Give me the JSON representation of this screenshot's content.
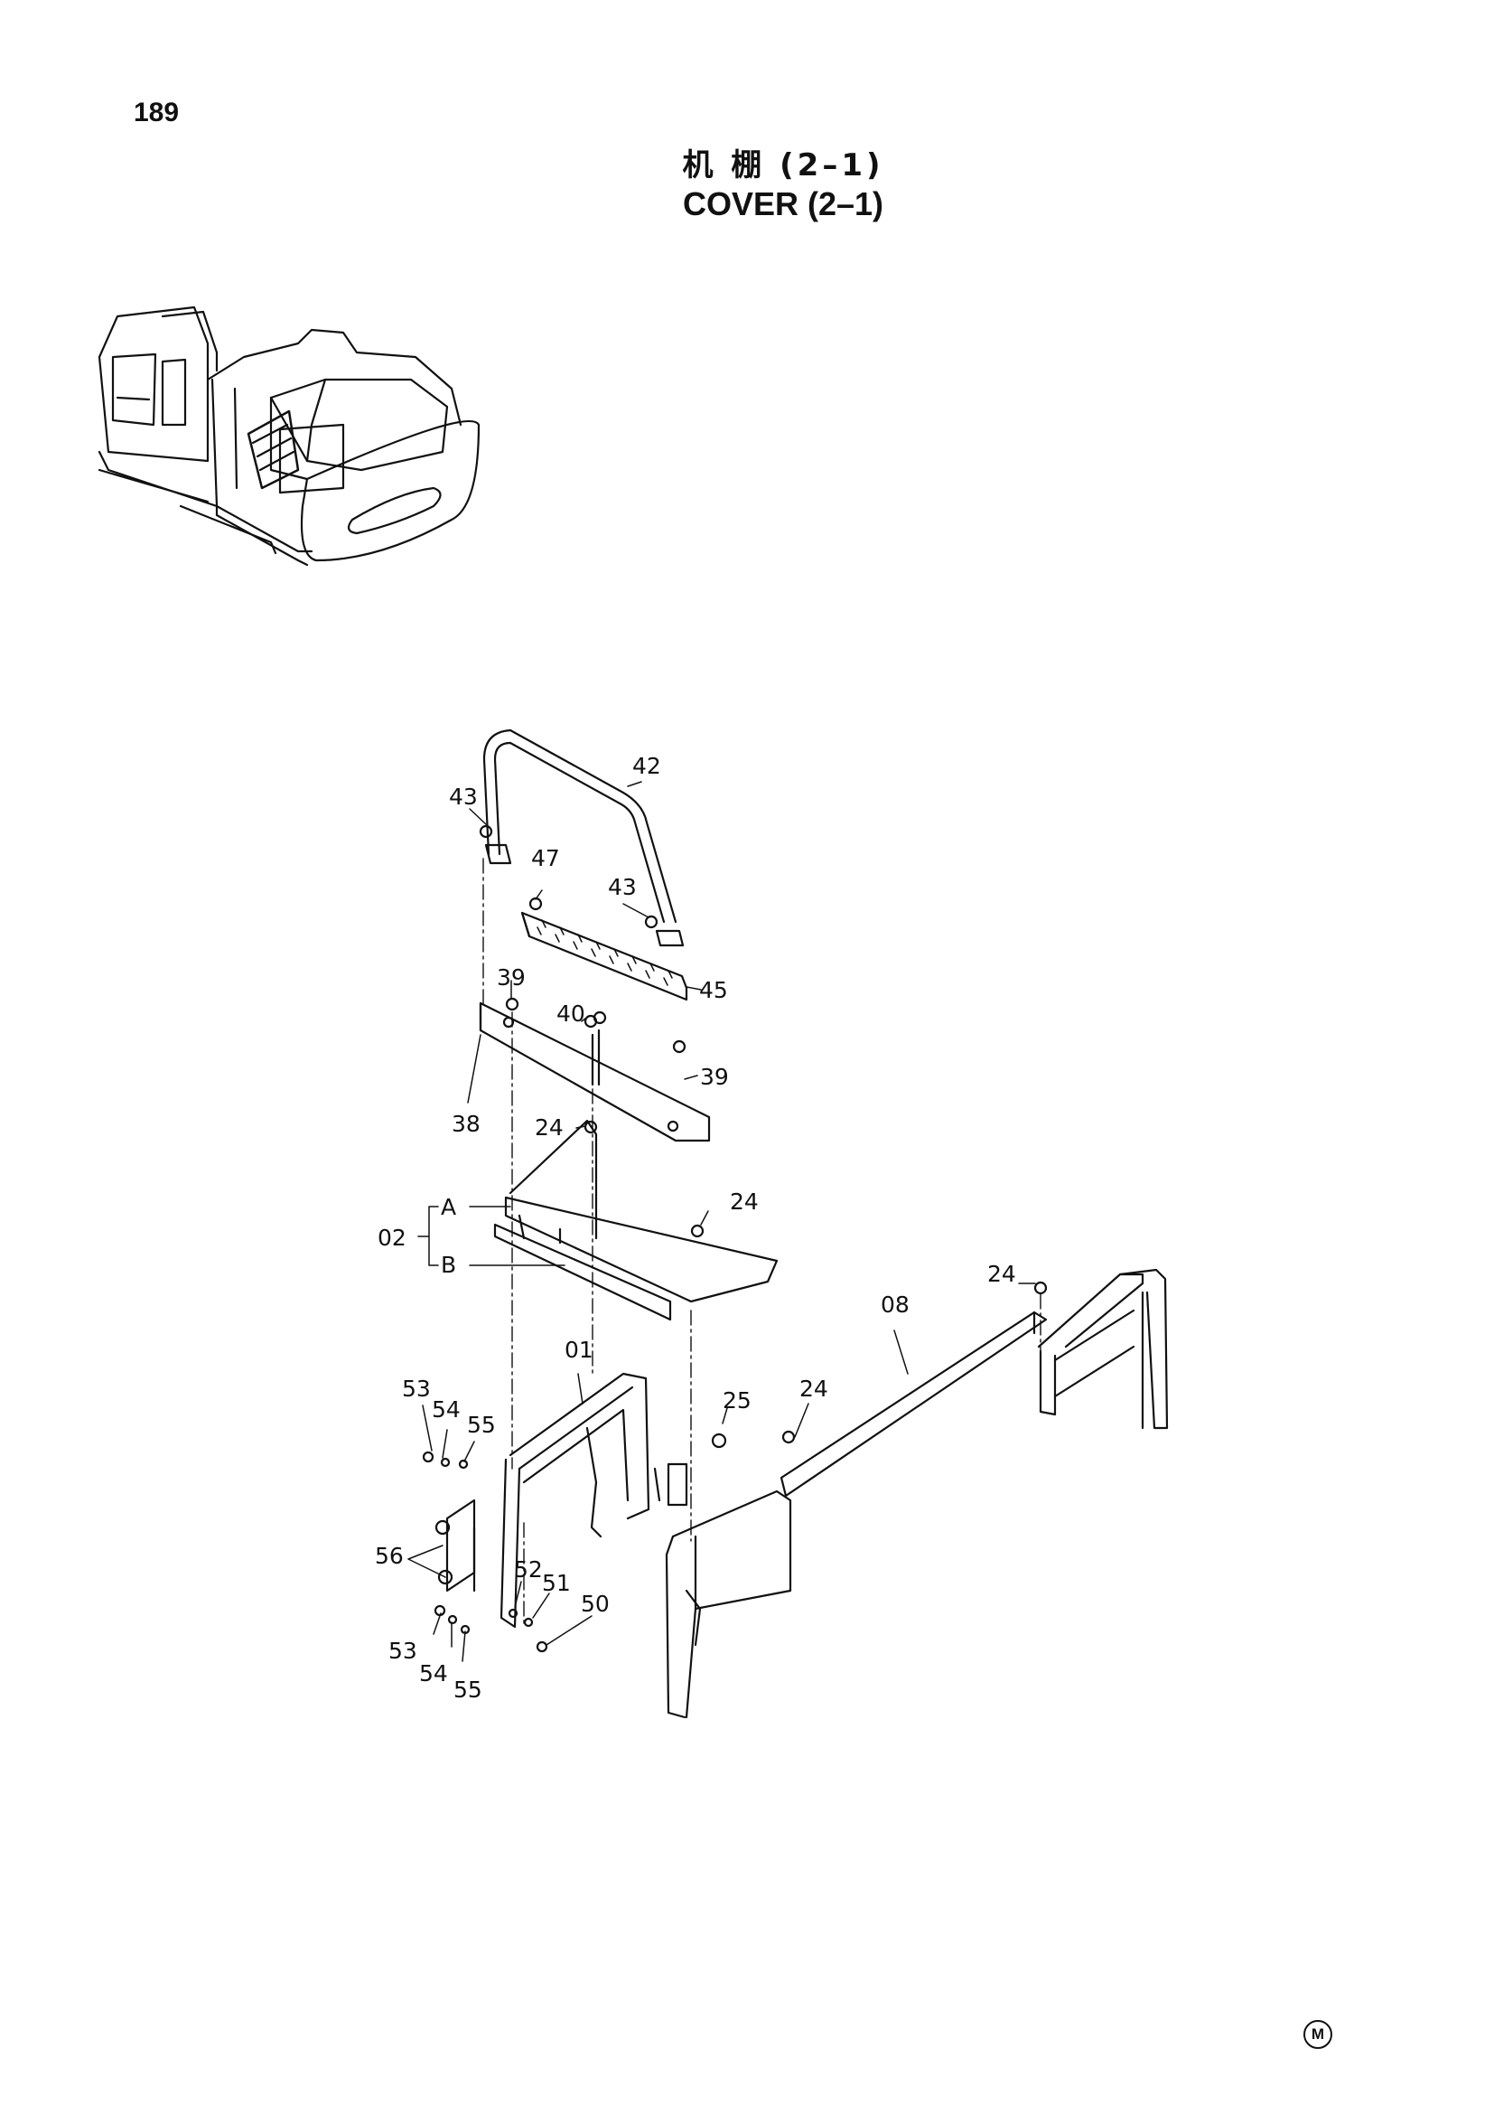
{
  "page_number": "189",
  "title_cn": "机 棚 (2–1)",
  "title_en": "COVER (2–1)",
  "callouts": {
    "c42": "42",
    "c43a": "43",
    "c47": "47",
    "c43b": "43",
    "c45": "45",
    "c39a": "39",
    "c40": "40",
    "c39b": "39",
    "c38": "38",
    "c24a": "24",
    "c24b": "24",
    "cA": "A",
    "c02": "02",
    "cB": "B",
    "c24c": "24",
    "c08": "08",
    "c01": "01",
    "c25": "25",
    "c24d": "24",
    "c53a": "53",
    "c54a": "54",
    "c55a": "55",
    "c56": "56",
    "c52": "52",
    "c51": "51",
    "c50": "50",
    "c53b": "53",
    "c54b": "54",
    "c55b": "55"
  },
  "mark": "M"
}
